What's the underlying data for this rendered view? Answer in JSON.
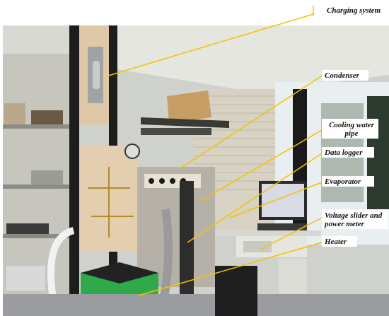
{
  "figure": {
    "labels": {
      "charging_system": "Charging system",
      "condenser": "Condenser",
      "cooling_water_pipe": "Cooling water pipe",
      "data_logger": "Data logger",
      "evaporator": "Evaporator",
      "voltage_slider": "Voltage slider and power meter",
      "heater": "Heater"
    },
    "colors": {
      "leader_line": "#f2c200",
      "label_text": "#111111"
    },
    "icons": [
      "experimental-apparatus-photo"
    ]
  }
}
